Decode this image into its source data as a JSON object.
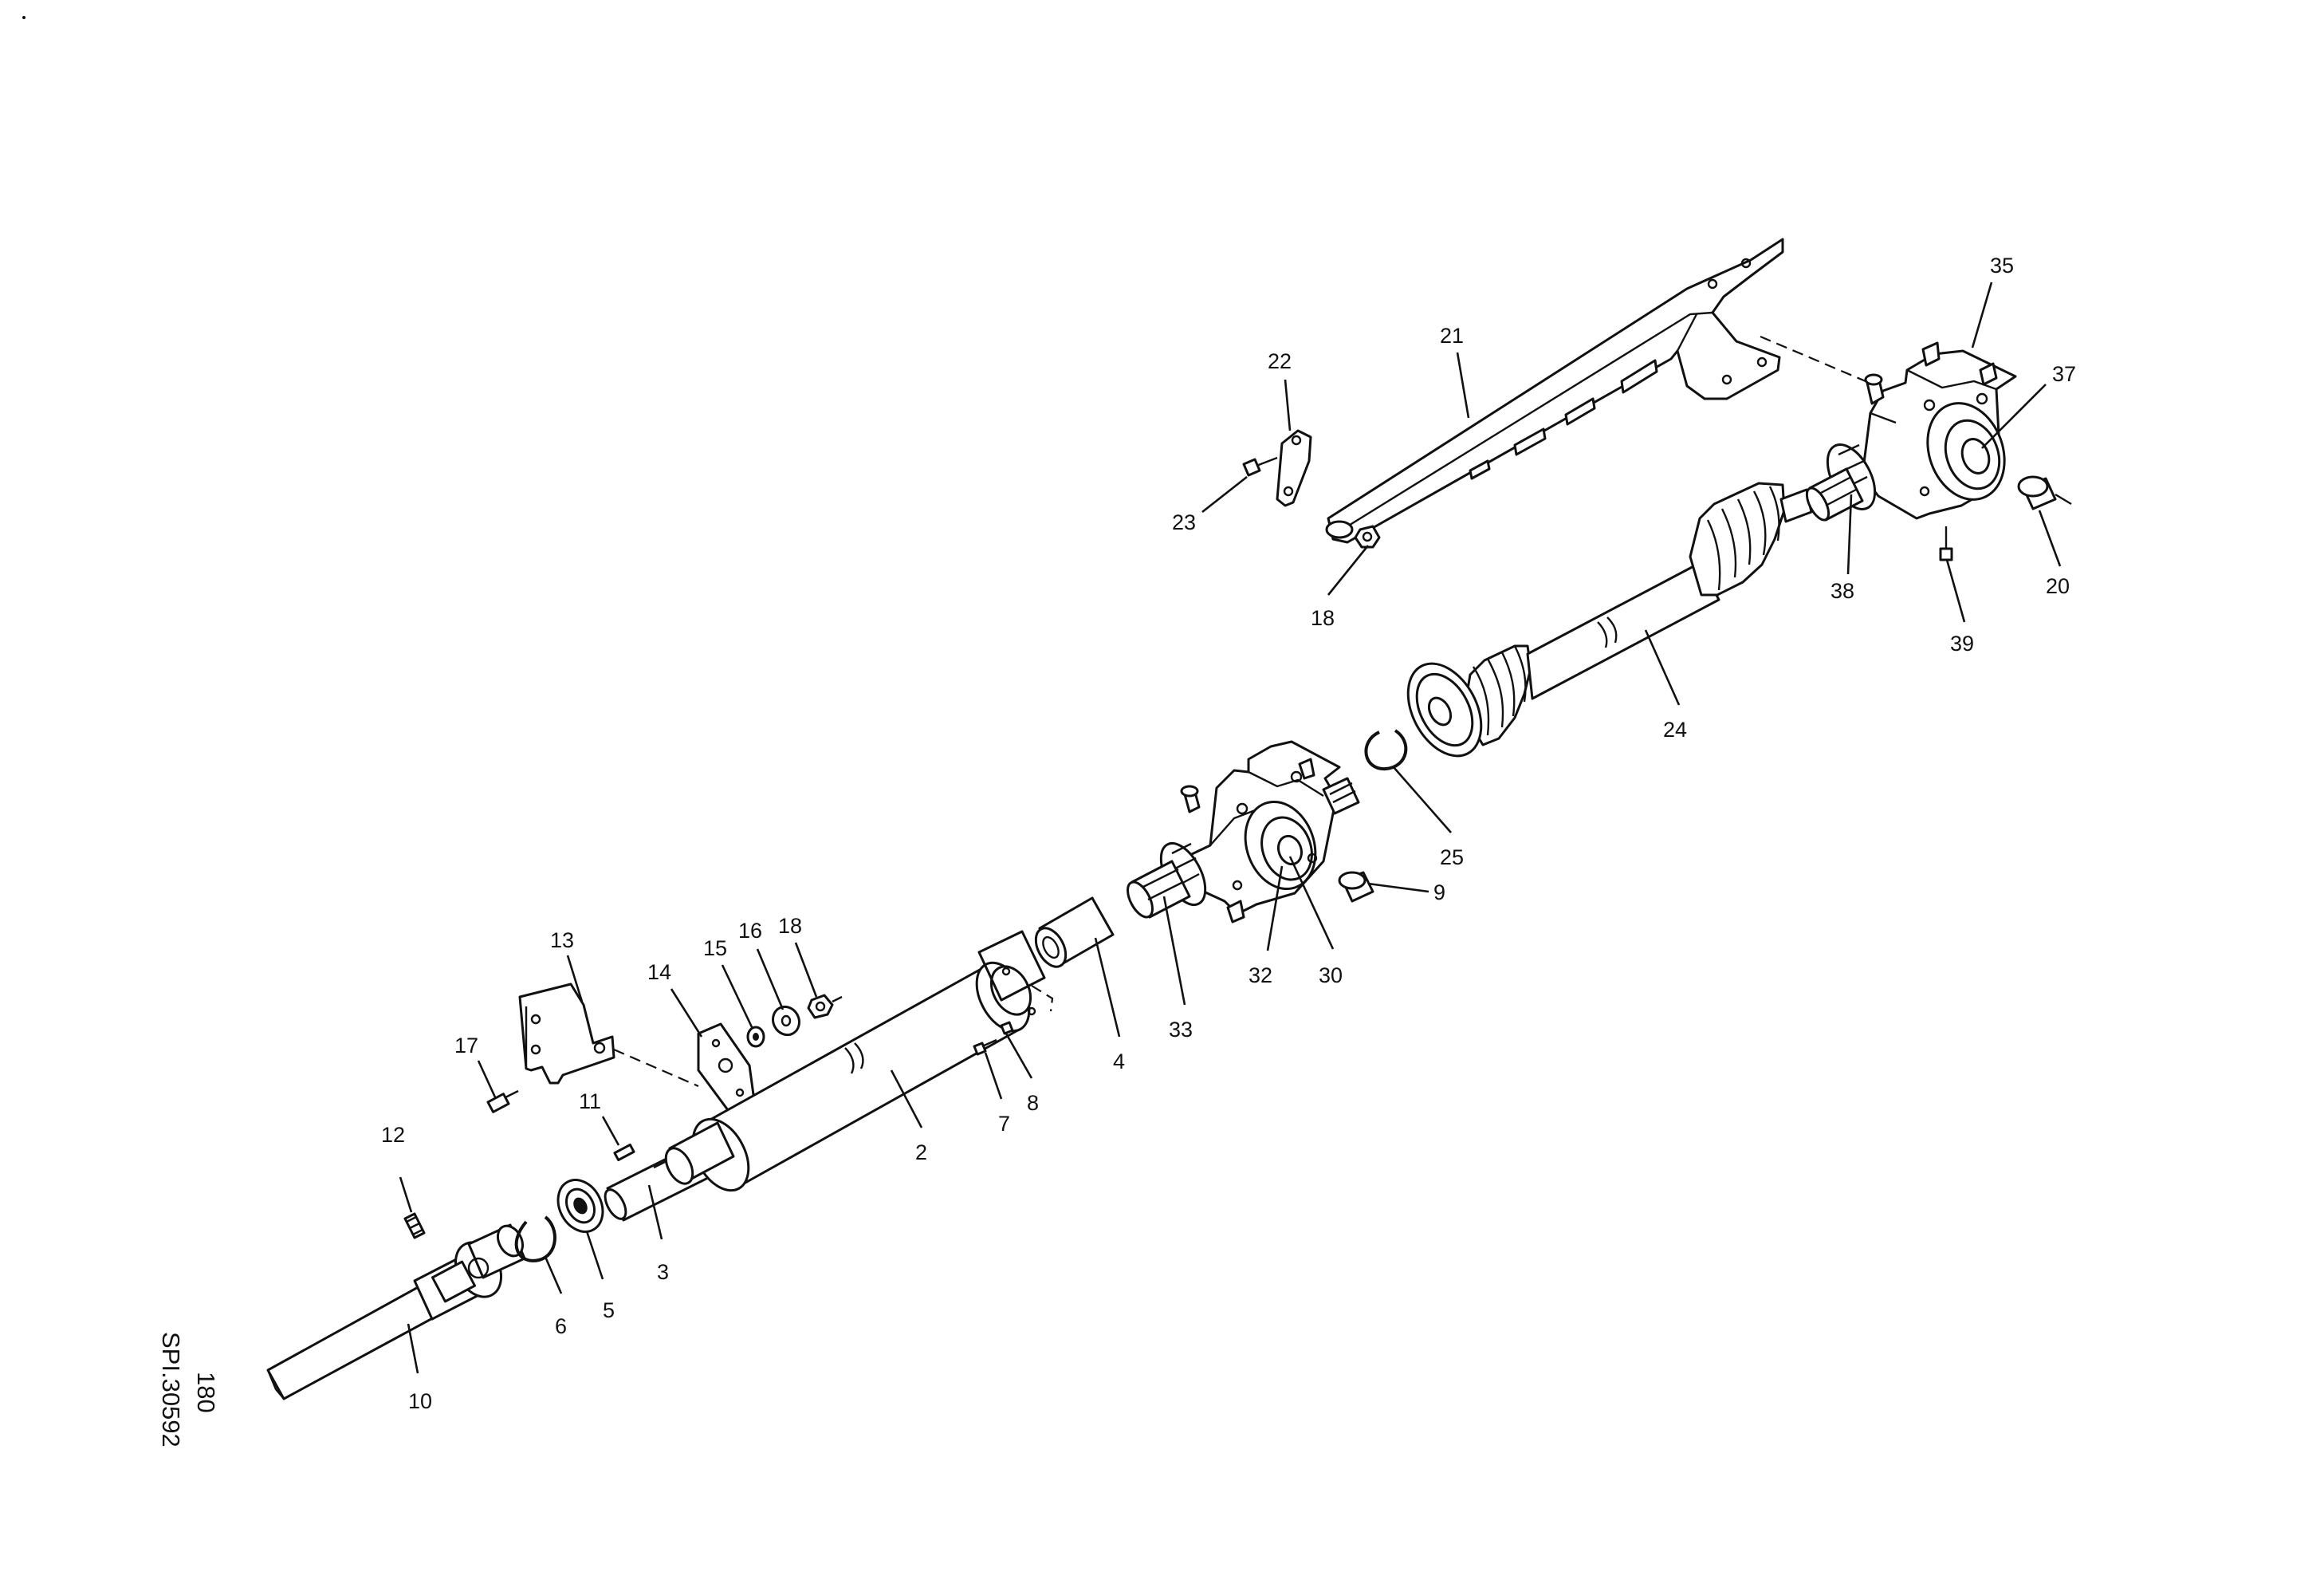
{
  "diagram": {
    "drawing_ref_top": "180",
    "drawing_ref_bottom": "SPI.30592",
    "callouts": [
      "10",
      "12",
      "6",
      "5",
      "3",
      "11",
      "17",
      "13",
      "14",
      "15",
      "16",
      "18",
      "2",
      "7",
      "8",
      "4",
      "33",
      "32",
      "30",
      "9",
      "25",
      "24",
      "18",
      "23",
      "22",
      "21",
      "35",
      "37",
      "38",
      "39",
      "20"
    ]
  }
}
